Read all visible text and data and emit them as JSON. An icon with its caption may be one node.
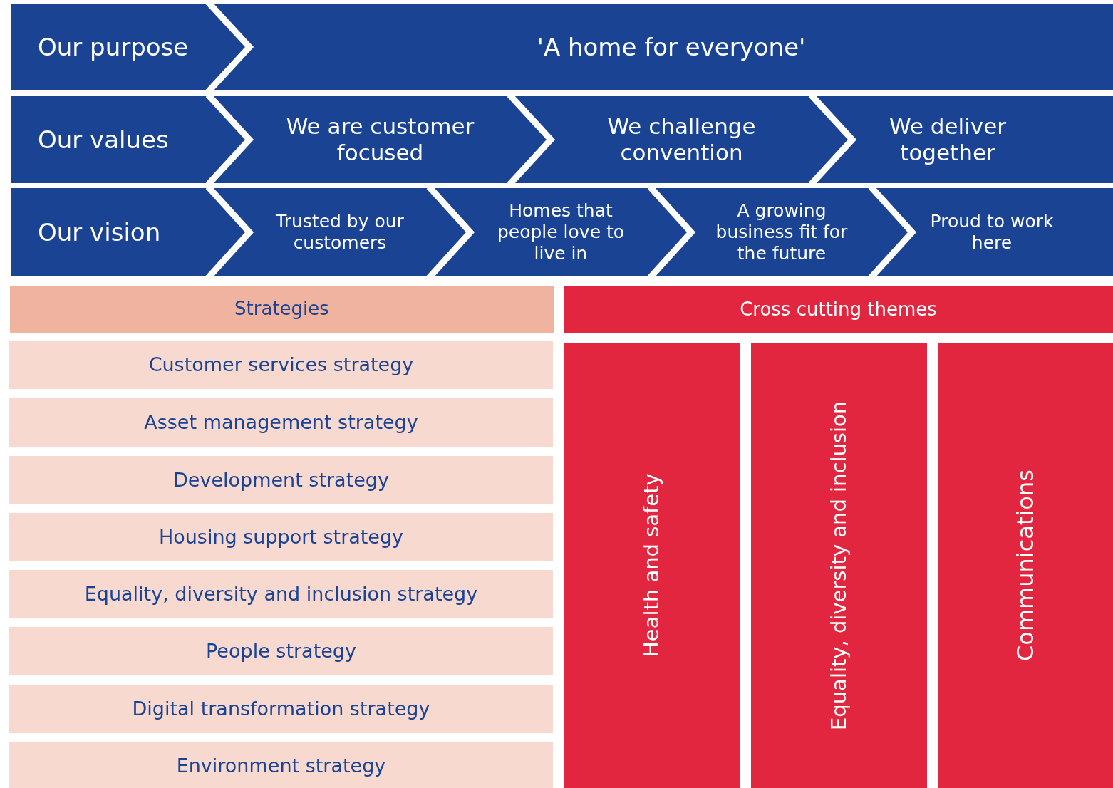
{
  "diagram": {
    "nodes": [
      {
        "text": [
          "Our purpose"
        ]
      },
      {
        "text": [
          "'A home for everyone'"
        ]
      },
      {
        "text": [
          "Our values"
        ]
      },
      {
        "text": [
          "We are customer focused"
        ]
      },
      {
        "text": [
          "We challenge convention"
        ]
      },
      {
        "text": [
          "We deliver together"
        ]
      },
      {
        "text": [
          "Our vision"
        ]
      },
      {
        "text": [
          "Trusted by our customers"
        ]
      },
      {
        "text": [
          "Homes that people love to live in"
        ]
      },
      {
        "text": [
          "A growing business fit for the future"
        ]
      },
      {
        "text": [
          "Proud to work here"
        ]
      },
      {
        "text": [
          "Strategies"
        ]
      },
      {
        "text": [
          "Customer services strategy"
        ]
      },
      {
        "text": [
          "Asset management strategy"
        ]
      },
      {
        "text": [
          "Development strategy"
        ]
      },
      {
        "text": [
          "Housing support strategy"
        ]
      },
      {
        "text": [
          "Equality, diversity and inclusion strategy"
        ]
      },
      {
        "text": [
          "People strategy"
        ]
      },
      {
        "text": [
          "Digital transformation strategy"
        ]
      },
      {
        "text": [
          "Environment strategy"
        ]
      },
      {
        "text": [
          "Cross cutting themes"
        ]
      },
      {
        "text": [
          "Health and safety"
        ]
      },
      {
        "text": [
          "Equality, diversity and inclusion"
        ]
      },
      {
        "text": [
          "Communications"
        ]
      }
    ]
  }
}
